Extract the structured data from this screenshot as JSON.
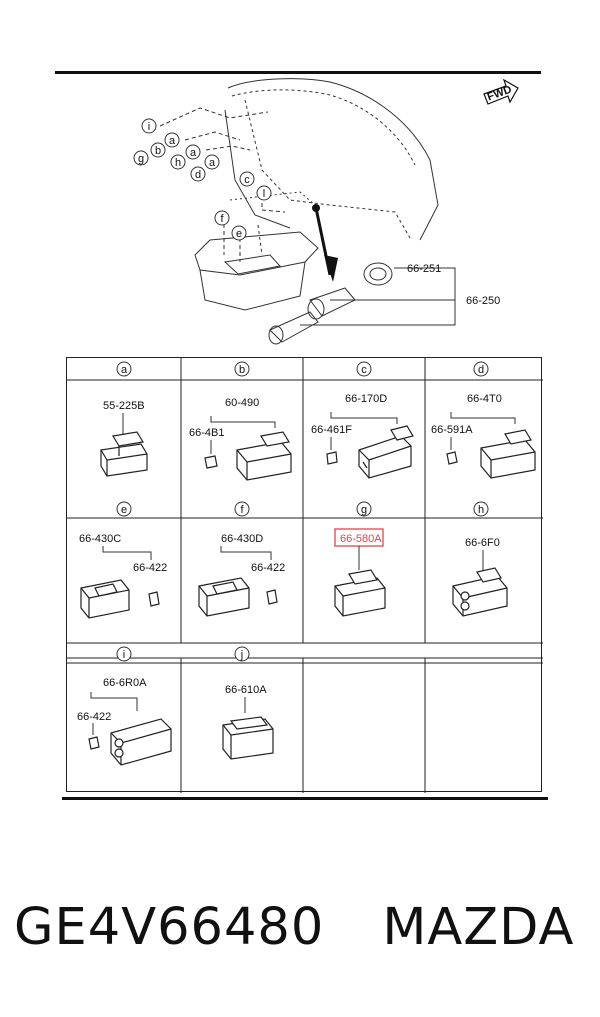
{
  "overview": {
    "fwd_label": "FWD",
    "callouts": [
      "i",
      "g",
      "b",
      "a",
      "h",
      "a",
      "d",
      "a",
      "c",
      "l",
      "f",
      "e"
    ],
    "part_labels": [
      "66-251",
      "66-250"
    ]
  },
  "cells": [
    {
      "letter": "a",
      "parts": [
        "55-225B"
      ]
    },
    {
      "letter": "b",
      "parts": [
        "60-490",
        "66-4B1"
      ]
    },
    {
      "letter": "c",
      "parts": [
        "66-170D",
        "66-461F"
      ]
    },
    {
      "letter": "d",
      "parts": [
        "66-4T0",
        "66-591A"
      ]
    },
    {
      "letter": "e",
      "parts": [
        "66-430C",
        "66-422"
      ]
    },
    {
      "letter": "f",
      "parts": [
        "66-430D",
        "66-422"
      ]
    },
    {
      "letter": "g",
      "parts": [
        "66-580A"
      ]
    },
    {
      "letter": "h",
      "parts": [
        "66-6F0"
      ]
    },
    {
      "letter": "i",
      "parts": [
        "66-6R0A",
        "66-422"
      ]
    },
    {
      "letter": "j",
      "parts": [
        "66-610A"
      ]
    }
  ],
  "highlight_color": "#e0444c",
  "footer": {
    "part_number": "GE4V66480",
    "brand": "MAZDA"
  }
}
